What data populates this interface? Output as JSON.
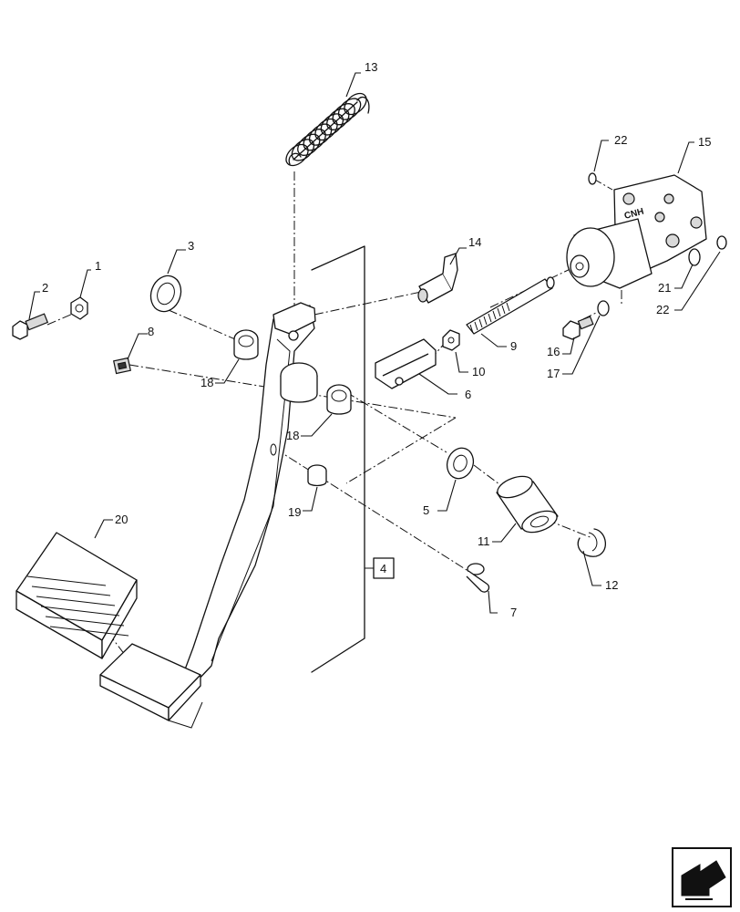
{
  "callouts": {
    "c1": "1",
    "c2": "2",
    "c3": "3",
    "c4": "4",
    "c5": "5",
    "c6": "6",
    "c7": "7",
    "c8": "8",
    "c9": "9",
    "c10": "10",
    "c11": "11",
    "c12": "12",
    "c13": "13",
    "c14": "14",
    "c15": "15",
    "c16": "16",
    "c17": "17",
    "c18a": "18",
    "c18b": "18",
    "c19": "19",
    "c20": "20",
    "c21": "21",
    "c22a": "22",
    "c22b": "22"
  },
  "valve_marking": "CNH",
  "icons": {
    "nav": "next-page-arrow-icon"
  }
}
